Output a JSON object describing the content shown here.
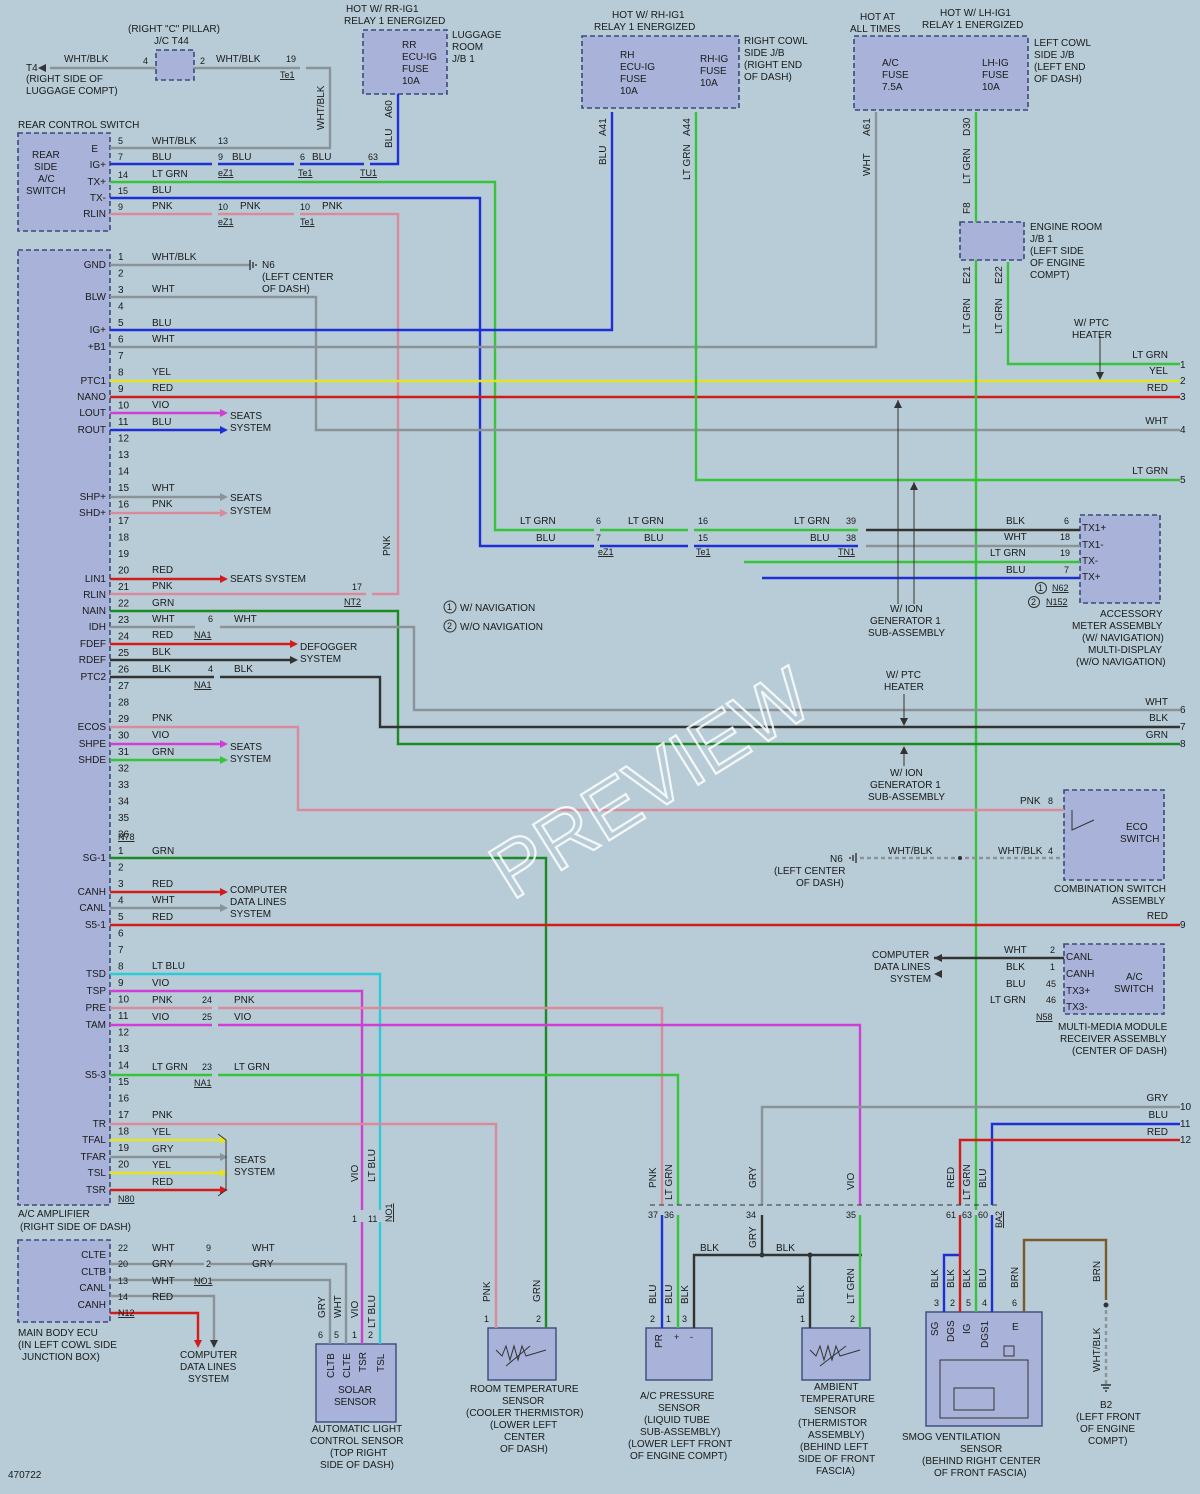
{
  "top": {
    "right_c_pillar": "(RIGHT \"C\" PILLAR)",
    "jc_t44": "J/C T44",
    "t4_label": "T4",
    "t4_desc": [
      "(RIGHT SIDE OF",
      "LUGGAGE COMPT)"
    ],
    "hot_rr": [
      "HOT W/ RR-IG1",
      "RELAY 1 ENERGIZED"
    ],
    "rr_fuse": [
      "RR",
      "ECU-IG",
      "FUSE",
      "10A"
    ],
    "luggage_jb": [
      "LUGGAGE",
      "ROOM",
      "J/B 1"
    ],
    "hot_rh": [
      "HOT W/ RH-IG1",
      "RELAY 1 ENERGIZED"
    ],
    "rh_fuse1": [
      "RH",
      "ECU-IG",
      "FUSE",
      "10A"
    ],
    "rh_fuse2": [
      "RH-IG",
      "FUSE",
      "10A"
    ],
    "right_cowl": [
      "RIGHT COWL",
      "SIDE J/B",
      "(RIGHT END",
      "OF DASH)"
    ],
    "hot_all": [
      "HOT AT",
      "ALL TIMES"
    ],
    "hot_lh": [
      "HOT W/ LH-IG1",
      "RELAY 1 ENERGIZED"
    ],
    "ac_fuse": [
      "A/C",
      "FUSE",
      "7.5A"
    ],
    "lh_fuse": [
      "LH-IG",
      "FUSE",
      "10A"
    ],
    "left_cowl": [
      "LEFT COWL",
      "SIDE J/B",
      "(LEFT END",
      "OF DASH)"
    ],
    "engine_jb": [
      "ENGINE ROOM",
      "J/B 1",
      "(LEFT SIDE",
      "OF ENGINE",
      "COMPT)"
    ]
  },
  "rear_switch": {
    "title": "REAR CONTROL SWITCH",
    "name": [
      "REAR",
      "SIDE",
      "A/C",
      "SWITCH"
    ],
    "pins": [
      "E",
      "IG+",
      "TX+",
      "TX-",
      "RLIN"
    ]
  },
  "amplifier": {
    "title": [
      "A/C AMPLIFIER",
      "(RIGHT SIDE OF DASH)"
    ],
    "pins1": [
      "GND",
      "BLW",
      "IG+",
      "+B1",
      "PTC1",
      "NANO",
      "LOUT",
      "ROUT",
      "SHP+",
      "SHD+",
      "LIN1",
      "RLIN",
      "NAIN",
      "IDH",
      "FDEF",
      "RDEF",
      "PTC2",
      "ECOS",
      "SHPE",
      "SHDE"
    ],
    "pins2": [
      "SG-1",
      "CANH",
      "CANL",
      "S5-1",
      "TSD",
      "TSP",
      "PRE",
      "TAM",
      "S5-3",
      "TR",
      "TFAL",
      "TFAR",
      "TSL",
      "TSR"
    ],
    "conn1": "N78",
    "conn2": "N80"
  },
  "systems": {
    "seats": [
      "SEATS",
      "SYSTEM"
    ],
    "seats_one": "SEATS SYSTEM",
    "defogger": [
      "DEFOGGER",
      "SYSTEM"
    ],
    "computer": [
      "COMPUTER",
      "DATA LINES",
      "SYSTEM"
    ],
    "n6_left": [
      "N6",
      "(LEFT CENTER",
      "OF DASH)"
    ],
    "w_ptc": [
      "W/ PTC",
      "HEATER"
    ],
    "w_ion": [
      "W/ ION",
      "GENERATOR 1",
      "SUB-ASSEMBLY"
    ],
    "nav1": "W/ NAVIGATION",
    "nav2": "W/O NAVIGATION"
  },
  "meter": {
    "pins": [
      "TX1+",
      "TX1-",
      "TX-",
      "TX+"
    ],
    "conns": [
      "N62",
      "N152"
    ],
    "name": [
      "ACCESSORY",
      "METER ASSEMBLY",
      "(W/ NAVIGATION)",
      "MULTI-DISPLAY",
      "(W/O NAVIGATION)"
    ]
  },
  "eco": {
    "name": [
      "ECO",
      "SWITCH"
    ],
    "assembly": [
      "COMBINATION SWITCH",
      "ASSEMBLY"
    ]
  },
  "mm": {
    "pins": [
      "CANL",
      "CANH",
      "TX3+",
      "TX3-"
    ],
    "name": [
      "A/C",
      "SWITCH"
    ],
    "conn": "N58",
    "assembly": [
      "MULTI-MEDIA MODULE",
      "RECEIVER ASSEMBLY",
      "(CENTER OF DASH)"
    ]
  },
  "main_ecu": {
    "pins": [
      "CLTE",
      "CLTB",
      "CANL",
      "CANH"
    ],
    "conn": "N12",
    "name": [
      "MAIN BODY ECU",
      "(IN LEFT COWL SIDE",
      "JUNCTION BOX)"
    ]
  },
  "sensors": {
    "solar_pins": [
      "CLTB",
      "CLTE",
      "TSR",
      "TSL"
    ],
    "solar_name": [
      "SOLAR",
      "SENSOR"
    ],
    "solar_desc": [
      "AUTOMATIC LIGHT",
      "CONTROL SENSOR",
      "(TOP RIGHT",
      "SIDE OF DASH)"
    ],
    "room": [
      "ROOM TEMPERATURE",
      "SENSOR",
      "(COOLER THERMISTOR)",
      "(LOWER LEFT",
      "CENTER",
      "OF DASH)"
    ],
    "pressure": [
      "A/C PRESSURE",
      "SENSOR",
      "(LIQUID TUBE",
      "SUB-ASSEMBLY)",
      "(LOWER LEFT FRONT",
      "OF ENGINE COMPT)"
    ],
    "pressure_pin": "PR",
    "ambient": [
      "AMBIENT",
      "TEMPERATURE",
      "SENSOR",
      "(THERMISTOR",
      "ASSEMBLY)",
      "(BEHIND LEFT",
      "SIDE OF FRONT",
      "FASCIA)"
    ],
    "smog_pins": [
      "SG",
      "DGS",
      "IG",
      "DGS1",
      "E"
    ],
    "smog": [
      "SMOG VENTILATION",
      "SENSOR",
      "(BEHIND RIGHT CENTER",
      "OF FRONT FASCIA)"
    ],
    "b2": [
      "B2",
      "(LEFT FRONT",
      "OF ENGINE",
      "COMPT)"
    ]
  },
  "wire_colors": {
    "wht_blk": "WHT/BLK",
    "blu": "BLU",
    "lt_grn": "LT GRN",
    "pnk": "PNK",
    "wht": "WHT",
    "yel": "YEL",
    "red": "RED",
    "vio": "VIO",
    "grn": "GRN",
    "blk": "BLK",
    "gry": "GRY",
    "lt_blu": "LT BLU",
    "brn": "BRN"
  },
  "connectors": [
    "eZ1",
    "Te1",
    "TU1",
    "NT2",
    "NA1",
    "TN1",
    "NO1",
    "BA2",
    "A60",
    "A41",
    "A44",
    "A61",
    "D30",
    "F8",
    "E21",
    "E22"
  ],
  "edge_numbers": [
    "1",
    "2",
    "3",
    "4",
    "5",
    "6",
    "7",
    "8",
    "9",
    "10",
    "11",
    "12"
  ],
  "diagram_code": "470722",
  "watermark": "PREVIEW",
  "palette": {
    "background": "#b7ccd6",
    "component_fill": "#a9b3d9",
    "blue": "#1f2fd6",
    "lt_green": "#35c43a",
    "green": "#1e8a25",
    "pink": "#d98a9c",
    "red": "#d41b1b",
    "yellow": "#e3e325",
    "violet": "#cf3fd4",
    "gray": "#9aa0a6",
    "lt_blue": "#2fc9d8",
    "brown": "#7a5a2a"
  }
}
